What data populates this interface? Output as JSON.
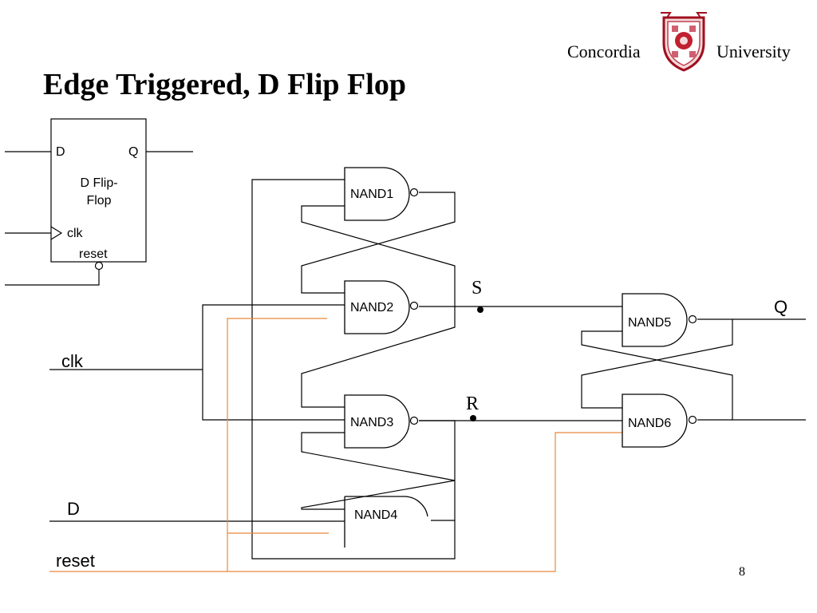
{
  "header": {
    "title": "Edge Triggered, D Flip Flop",
    "brand_left": "Concordia",
    "brand_right": "University",
    "logo_icon": "concordia-crest-icon",
    "accent_color": "#a01020"
  },
  "flipflop_symbol": {
    "pin_d": "D",
    "pin_q": "Q",
    "name_line1": "D Flip-",
    "name_line2": "Flop",
    "pin_clk": "clk",
    "pin_reset": "reset"
  },
  "circuit": {
    "gates": [
      "NAND1",
      "NAND2",
      "NAND3",
      "NAND4",
      "NAND5",
      "NAND6"
    ],
    "inputs": {
      "clk": "clk",
      "d": "D",
      "reset": "reset"
    },
    "output": "Q",
    "nodes": {
      "s": "S",
      "r": "R"
    },
    "reset_wire_color": "#e8883a"
  },
  "footer": {
    "page_number": "8"
  }
}
